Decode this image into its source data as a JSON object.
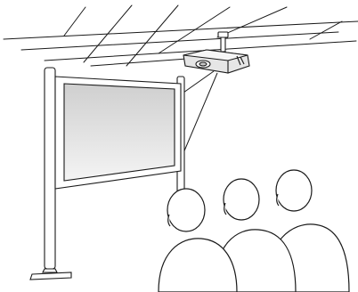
{
  "scene": {
    "subject": "ceiling-mounted-projector-setup",
    "elements": [
      "ceiling-grid",
      "ceiling-mount",
      "projector",
      "projection-beam",
      "screen-on-stand",
      "audience"
    ],
    "audience_count": 3
  },
  "colors": {
    "background": "#ffffff",
    "line": "#1a1a1a",
    "screen_top": "#cfcfcf",
    "screen_bottom": "#f4f4f4",
    "projector_body": "#e6e6e6"
  }
}
